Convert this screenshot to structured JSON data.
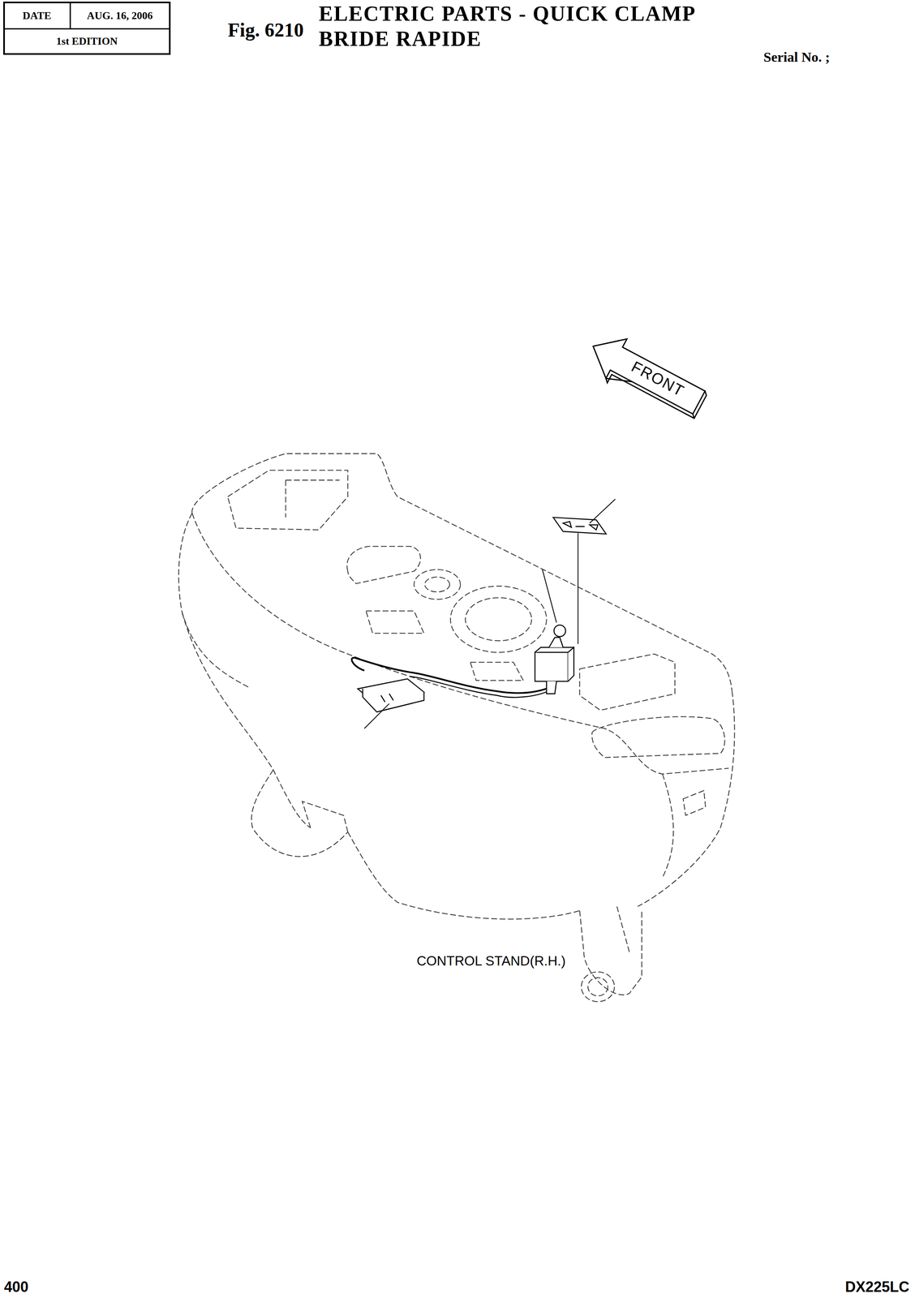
{
  "diagram": {
    "title": "ELECTRIC PARTS - QUICK CLAMP",
    "labels": [
      "DATE",
      "AUG. 16, 2006",
      "1st EDITION",
      "Fig. 6210",
      "BRIDE RAPIDE",
      "Serial No. ;",
      "FRONT",
      "CONTROL STAND(R.H.)",
      "400",
      "DX225LC"
    ]
  }
}
